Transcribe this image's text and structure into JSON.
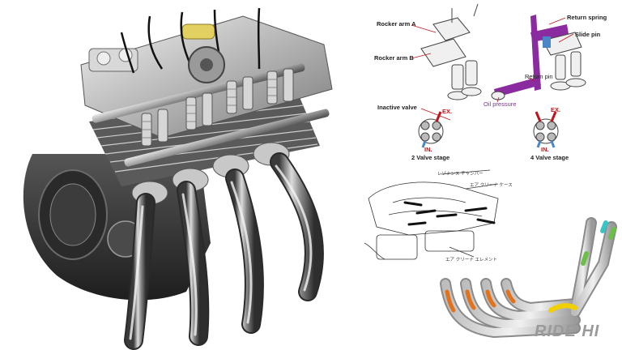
{
  "valve_diagram": {
    "labels": {
      "rocker_arm_a": "Rocker arm A",
      "rocker_arm_b": "Rocker arm B",
      "return_spring": "Return spring",
      "slide_pin": "Slide pin",
      "return_pin": "Return pin",
      "oil_pressure": "Oil pressure",
      "inactive_valve": "Inactive valve",
      "ex": "EX.",
      "in": "IN.",
      "stage_2": "2 Valve stage",
      "stage_4": "4 Valve stage"
    },
    "colors": {
      "accent_red": "#c0141c",
      "oil_purple": "#8a2ba0",
      "pin_blue": "#4a86c8"
    }
  },
  "intake_diagram": {
    "labels": {
      "resonance_chamber": "レゾナンス チャンバー",
      "air_cleaner_case": "エア クリーナ ケース",
      "air_cleaner_element": "エア クリーナ エレメント"
    }
  },
  "exhaust_diagram": {
    "colors": {
      "glow": "#e2721c",
      "yellow": "#f0d000",
      "green": "#6cc04a",
      "cyan": "#36c6c6"
    }
  },
  "branding": {
    "logo": "RIDE HI"
  }
}
